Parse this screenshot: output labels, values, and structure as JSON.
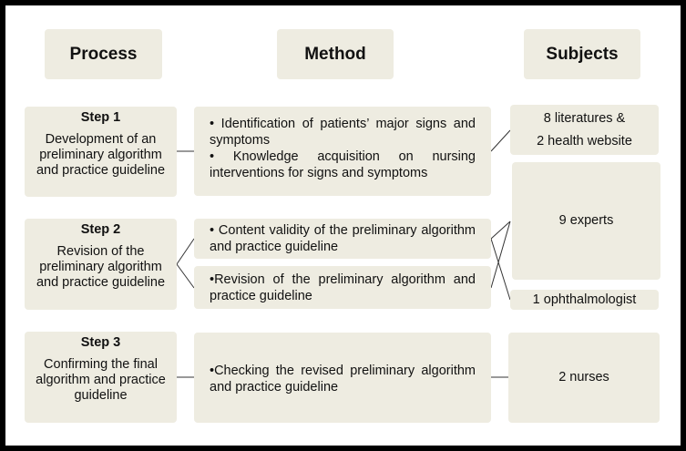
{
  "headers": {
    "process": "Process",
    "method": "Method",
    "subjects": "Subjects"
  },
  "steps": [
    {
      "title": "Step 1",
      "desc": "Development of an preliminary algorithm and practice guideline"
    },
    {
      "title": "Step 2",
      "desc": "Revision of the preliminary algorithm and practice guideline"
    },
    {
      "title": "Step 3",
      "desc": "Confirming the final algorithm and practice guideline"
    }
  ],
  "methods": {
    "step1": [
      "• Identification of patients’ major signs and symptoms",
      "• Knowledge acquisition on nursing interventions for signs and symptoms"
    ],
    "step2a": "• Content validity of the preliminary algorithm and practice guideline",
    "step2b": "•Revision of the preliminary algorithm and practice guideline",
    "step3": "•Checking the revised preliminary algorithm and practice guideline"
  },
  "subjects": {
    "literature_line1": "8 literatures &",
    "literature_line2": "2 health website",
    "experts": "9 experts",
    "ophthalmologist": "1 ophthalmologist",
    "nurses": "2 nurses"
  }
}
